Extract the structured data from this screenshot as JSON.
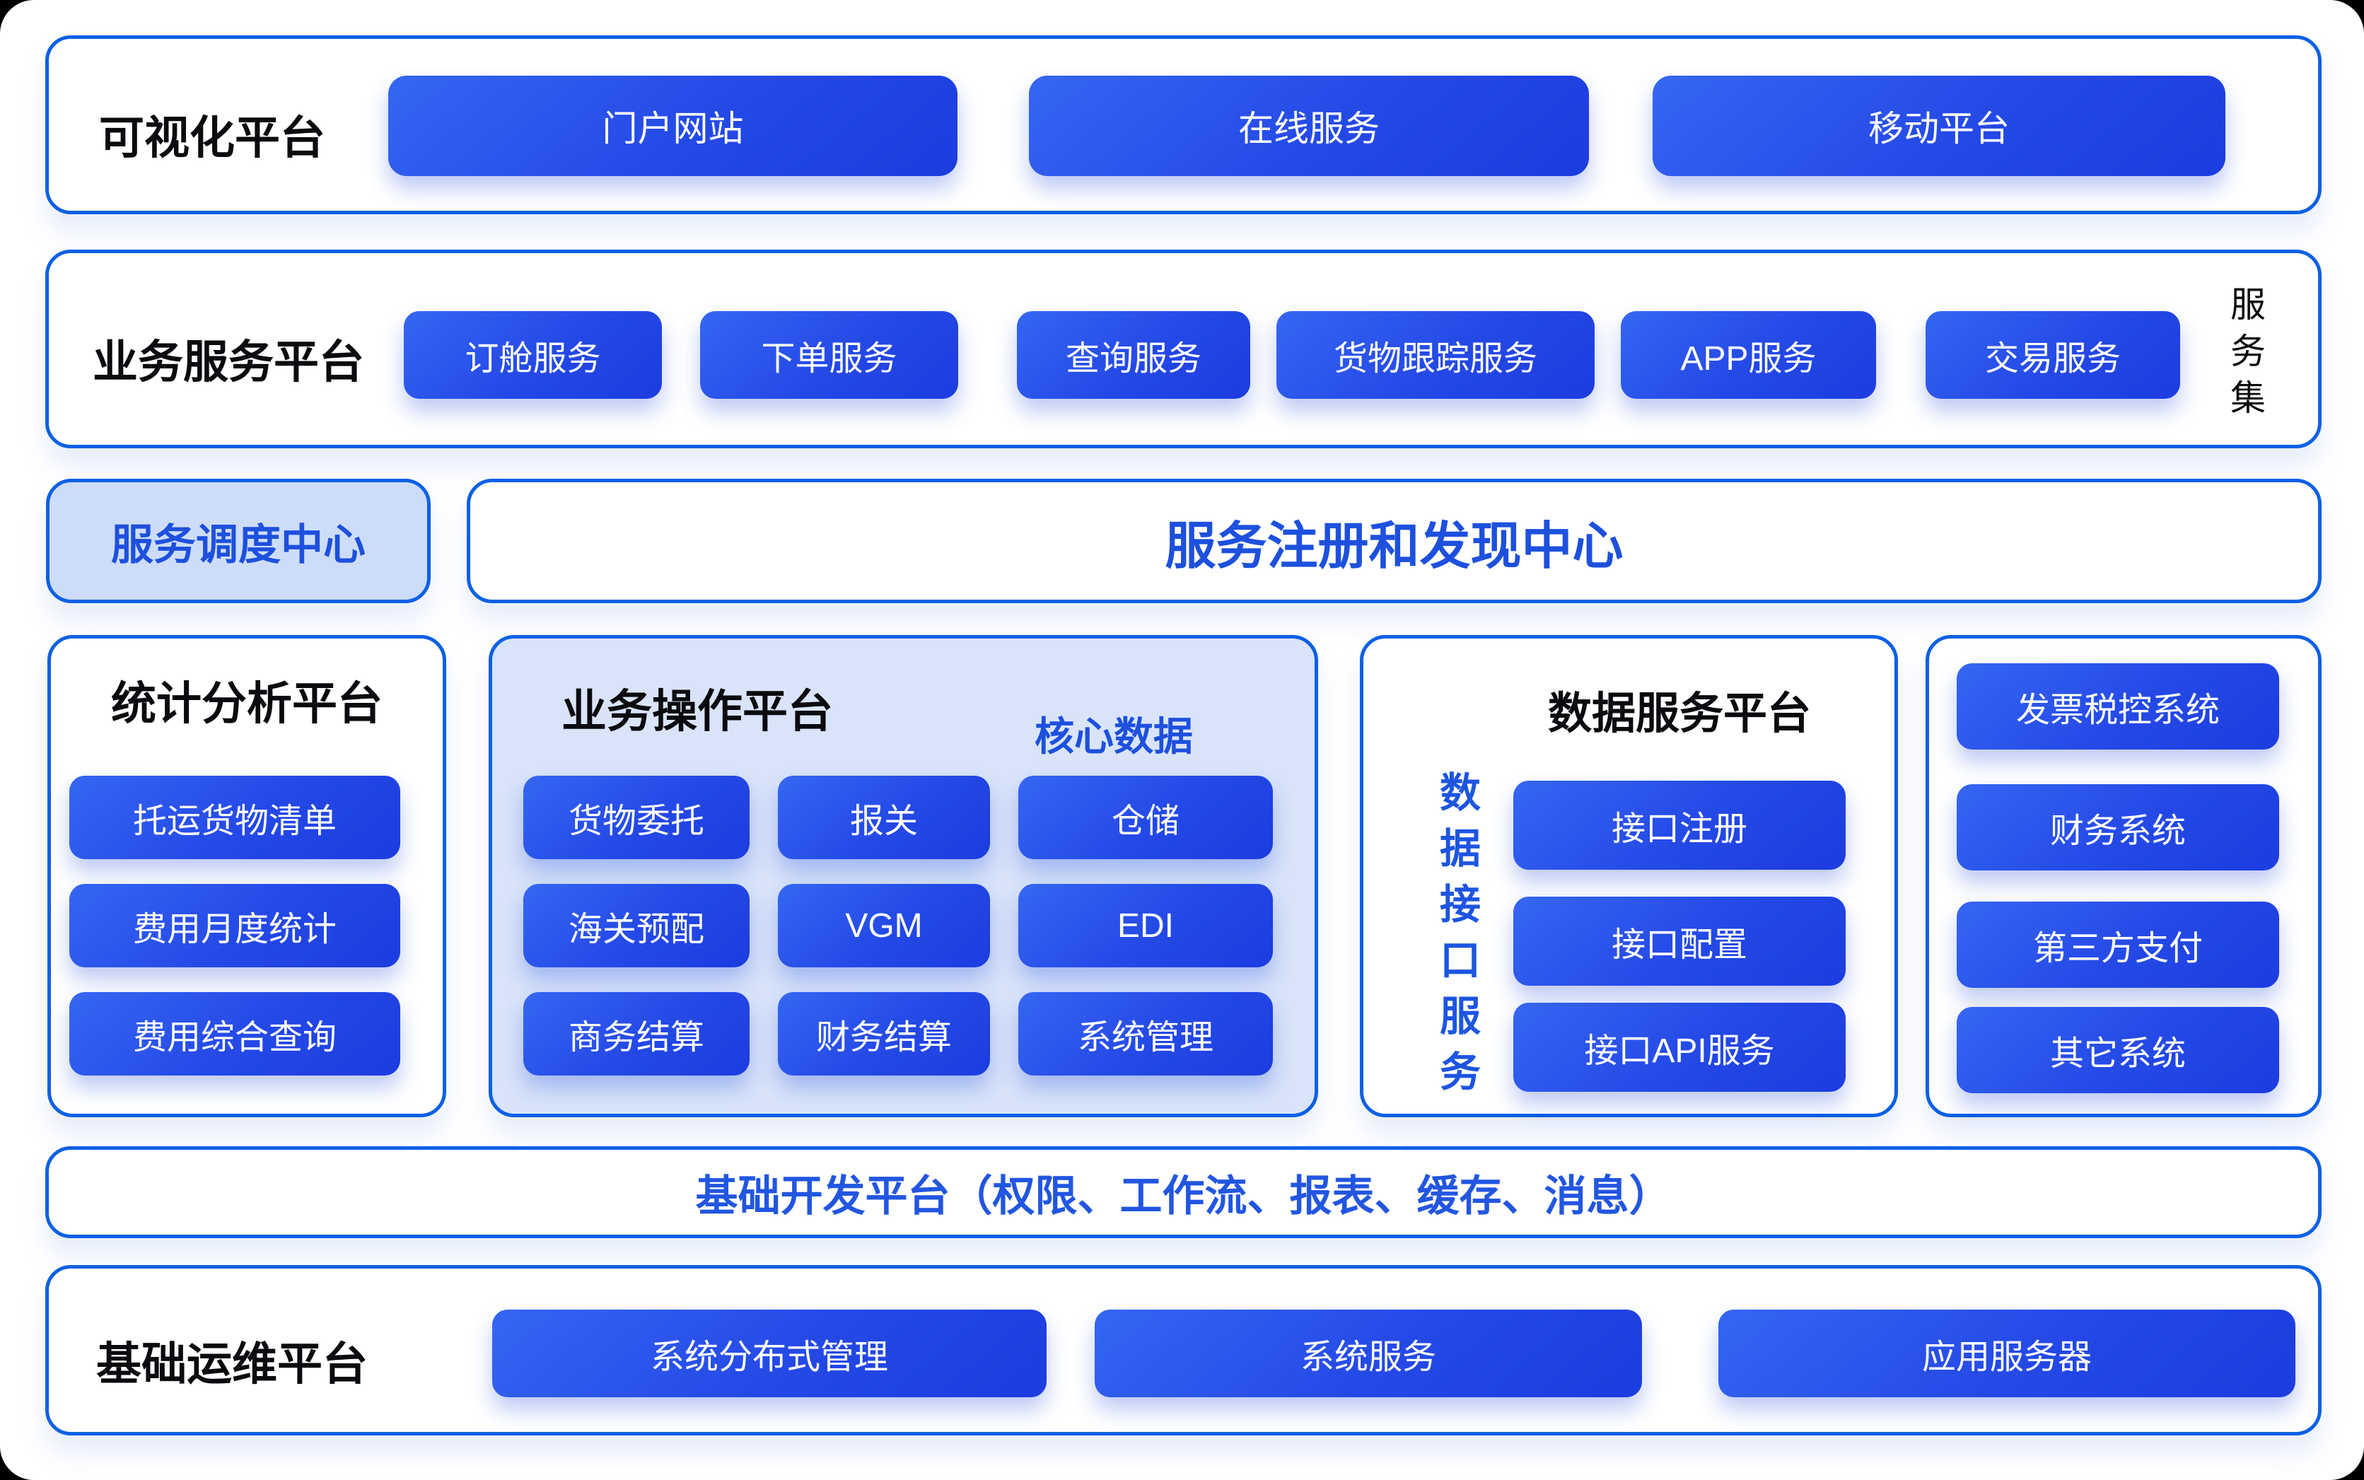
{
  "sections": {
    "visualization": {
      "label": "可视化平台",
      "buttons": [
        "门户网站",
        "在线服务",
        "移动平台"
      ]
    },
    "business_service": {
      "label": "业务服务平台",
      "side_label": "服务集",
      "buttons": [
        "订舱服务",
        "下单服务",
        "查询服务",
        "货物跟踪服务",
        "APP服务",
        "交易服务"
      ]
    },
    "service_dispatch": {
      "label": "服务调度中心"
    },
    "service_registry": {
      "label": "服务注册和发现中心"
    },
    "stats_platform": {
      "label": "统计分析平台",
      "buttons": [
        "托运货物清单",
        "费用月度统计",
        "费用综合查询"
      ]
    },
    "operation_platform": {
      "label": "业务操作平台",
      "core_data_label": "核心数据",
      "buttons": [
        "货物委托",
        "报关",
        "仓储",
        "海关预配",
        "VGM",
        "EDI",
        "商务结算",
        "财务结算",
        "系统管理"
      ]
    },
    "data_service_platform": {
      "label": "数据服务平台",
      "side_label": "数据接口服务",
      "buttons": [
        "接口注册",
        "接口配置",
        "接口API服务"
      ]
    },
    "external_systems": {
      "buttons": [
        "发票税控系统",
        "财务系统",
        "第三方支付",
        "其它系统"
      ]
    },
    "dev_platform": {
      "label": "基础开发平台（权限、工作流、报表、缓存、消息）"
    },
    "ops_platform": {
      "label": "基础运维平台",
      "buttons": [
        "系统分布式管理",
        "系统服务",
        "应用服务器"
      ]
    }
  },
  "colors": {
    "border_blue": "#0d60e4",
    "button_gradient_start": "#3566f2",
    "button_gradient_end": "#1c3cdf",
    "light_panel": "#d9e4fa",
    "light_box": "#cddcf9",
    "accent_text": "#1d50dd",
    "label_black": "#0b0b0f"
  }
}
